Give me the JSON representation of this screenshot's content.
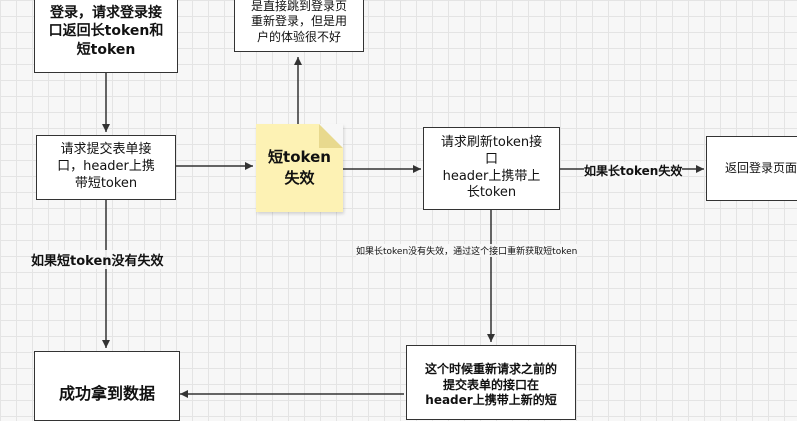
{
  "nodes": {
    "login": [
      "登录，请求登录接",
      "口返回长token和",
      "短token"
    ],
    "direct_jump": [
      "是直接跳到登录页",
      "重新登录，但是用",
      "户的体验很不好"
    ],
    "submit_form": [
      "请求提交表单接",
      "口，header上携",
      "带短token"
    ],
    "short_expired": [
      "短token",
      "失效"
    ],
    "refresh": [
      "请求刷新token接",
      "口",
      "header上携带上",
      "长token"
    ],
    "return_login": [
      "返回登录页面"
    ],
    "success": [
      "成功拿到数据"
    ],
    "resubmit": [
      "这个时候重新请求之前的",
      "提交表单的接口在",
      "header上携带上新的短"
    ]
  },
  "edge_labels": {
    "long_expired": "如果长token失效",
    "short_not_expired": "如果短token没有失效",
    "long_not_expired": "如果长token没有失效，通过这个接口重新获取短token"
  }
}
